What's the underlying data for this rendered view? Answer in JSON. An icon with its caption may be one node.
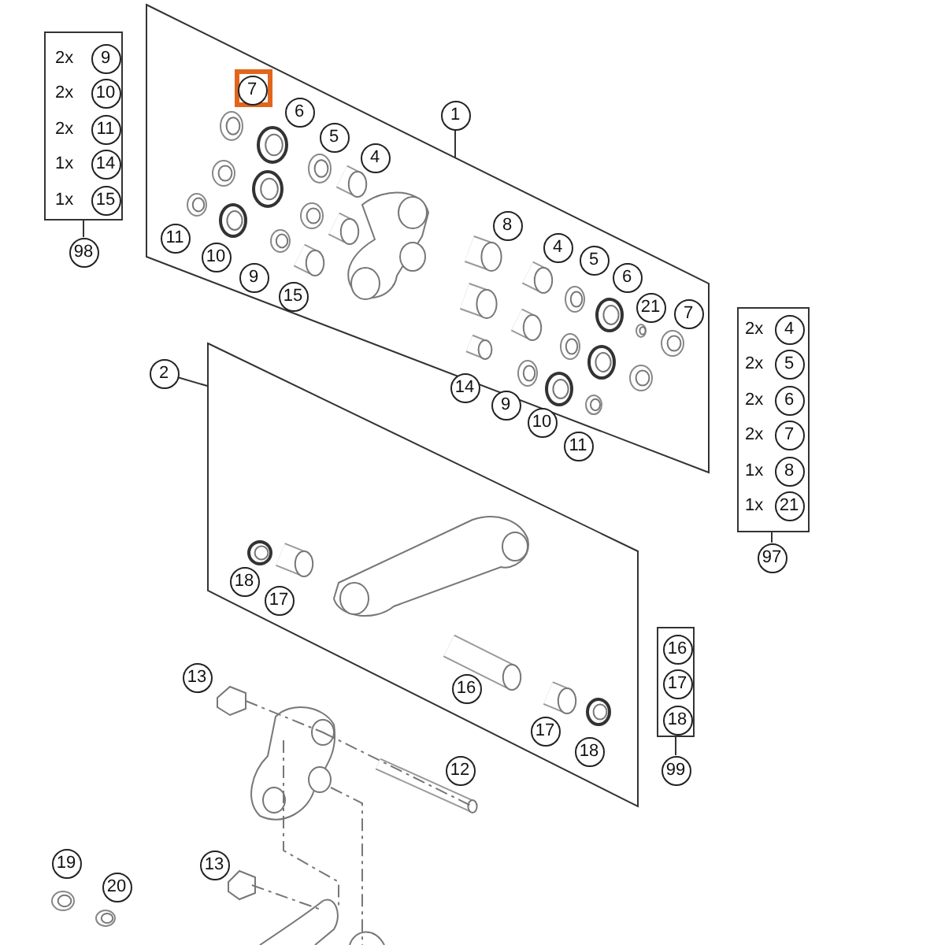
{
  "diagram": {
    "nodes": [
      {
        "text": [],
        "shape": "box"
      },
      {
        "text": [
          "1"
        ]
      },
      {
        "text": [],
        "shape": "box"
      },
      {
        "text": [
          "2"
        ]
      },
      {
        "text": [
          "2x",
          "9",
          "2x",
          "10",
          "2x",
          "11",
          "1x",
          "14",
          "1x",
          "15"
        ]
      },
      {
        "text": [
          "98"
        ]
      },
      {
        "text": [
          "2x",
          "4",
          "2x",
          "5",
          "2x",
          "6",
          "2x",
          "7",
          "1x",
          "8",
          "1x",
          "21"
        ]
      },
      {
        "text": [
          "97"
        ]
      },
      {
        "text": [
          "16",
          "17",
          "18"
        ]
      },
      {
        "text": [
          "99"
        ]
      },
      {
        "text": [
          "13"
        ]
      },
      {
        "text": [
          "13"
        ]
      },
      {
        "text": [
          "19"
        ]
      },
      {
        "text": [
          "20"
        ]
      }
    ],
    "edges": [
      {
        "from": 1,
        "to": 0,
        "arrow": "none"
      },
      {
        "from": 3,
        "to": 2,
        "arrow": "none"
      },
      {
        "from": 5,
        "to": 4,
        "arrow": "none"
      },
      {
        "from": 7,
        "to": 6,
        "arrow": "none"
      },
      {
        "from": 9,
        "to": 8,
        "arrow": "none"
      }
    ],
    "labels": [
      "7",
      "6",
      "5",
      "4",
      "11",
      "10",
      "9",
      "15",
      "8",
      "4",
      "5",
      "6",
      "21",
      "7",
      "14",
      "9",
      "10",
      "11",
      "18",
      "17",
      "16",
      "17",
      "18",
      "12"
    ]
  }
}
